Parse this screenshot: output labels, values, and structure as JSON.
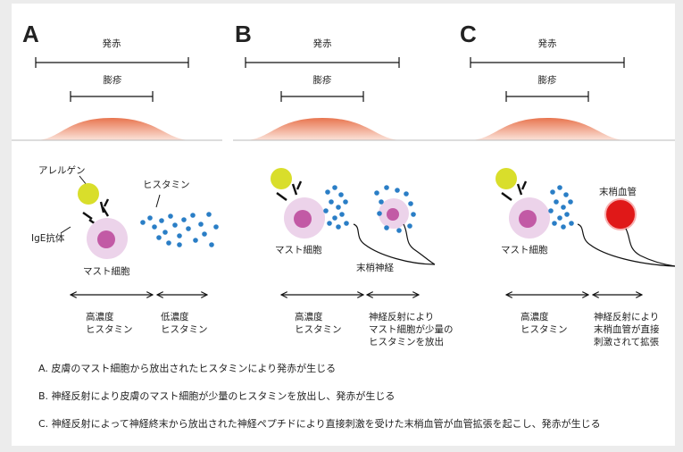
{
  "panels": [
    {
      "letter": "A",
      "hossek": "発赤",
      "bokushin": "膨疹",
      "allergen": "アレルゲン",
      "ige": "IgE抗体",
      "histamine": "ヒスタミン",
      "mast_cell": "マスト細胞",
      "left_line1": "高濃度",
      "left_line2": "ヒスタミン",
      "right_line1": "低濃度",
      "right_line2": "ヒスタミン"
    },
    {
      "letter": "B",
      "hossek": "発赤",
      "bokushin": "膨疹",
      "mast_cell": "マスト細胞",
      "nerve": "末梢神経",
      "left_line1": "高濃度",
      "left_line2": "ヒスタミン",
      "right_line1": "神経反射により",
      "right_line2": "マスト細胞が少量の",
      "right_line3": "ヒスタミンを放出"
    },
    {
      "letter": "C",
      "hossek": "発赤",
      "bokushin": "膨疹",
      "mast_cell": "マスト細胞",
      "vessel": "末梢血管",
      "left_line1": "高濃度",
      "left_line2": "ヒスタミン",
      "right_line1": "神経反射により",
      "right_line2": "末梢血管が直接",
      "right_line3": "刺激されて拡張"
    }
  ],
  "captions": [
    "A. 皮膚のマスト細胞から放出されたヒスタミンにより発赤が生じる",
    "B. 神経反射により皮膚のマスト細胞が少量のヒスタミンを放出し、発赤が生じる",
    "C. 神経反射によって神経終末から放出された神経ペプチドにより直接刺激を受けた末梢血管が血管拡張を起こし、発赤が生じる"
  ],
  "colors": {
    "allergen": "#d9de2b",
    "mast_cell": "#ecd3ea",
    "nucleus": "#c25aa5",
    "histamine_dot": "#2a7ec6",
    "vessel": "#e01818",
    "wheal_top": "#e8754f",
    "wheal_bottom": "#fbe3da"
  }
}
